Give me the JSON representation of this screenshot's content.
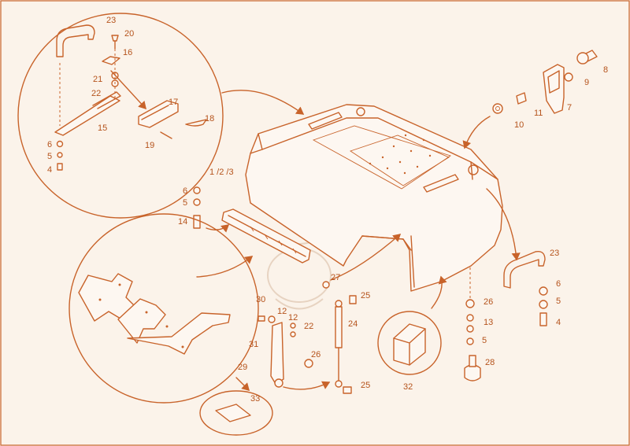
{
  "colors": {
    "line": "#c8632a",
    "label": "#b5531c",
    "background": "#fbf3ea"
  },
  "callouts": {
    "c1_2_3": "1 /2 /3",
    "c4": "4",
    "c5": "5",
    "c6": "6",
    "c7": "7",
    "c8": "8",
    "c9": "9",
    "c10": "10",
    "c11": "11",
    "c12": "12",
    "c13": "13",
    "c14": "14",
    "c15": "15",
    "c16": "16",
    "c17": "17",
    "c18": "18",
    "c19": "19",
    "c20": "20",
    "c21": "21",
    "c22": "22",
    "c23": "23",
    "c24": "24",
    "c25": "25",
    "c26": "26",
    "c27": "27",
    "c28": "28",
    "c29": "29",
    "c30": "30",
    "c31": "31",
    "c32": "32",
    "c33": "33"
  }
}
